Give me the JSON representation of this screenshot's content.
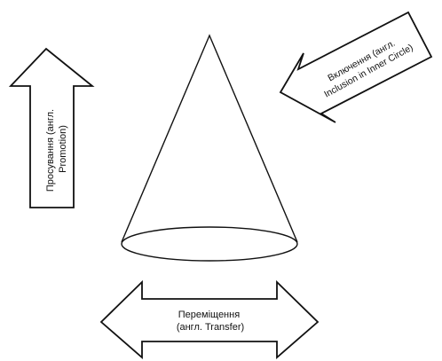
{
  "diagram": {
    "promotion_arrow": {
      "line1": "Просування (англ.",
      "line2": "Promotion)"
    },
    "inclusion_arrow": {
      "line1": "Включення (англ.",
      "line2": "Inclusion in Inner Circle)"
    },
    "transfer_arrow": {
      "line1": "Переміщення",
      "line2": "(англ. Transfer)"
    }
  }
}
